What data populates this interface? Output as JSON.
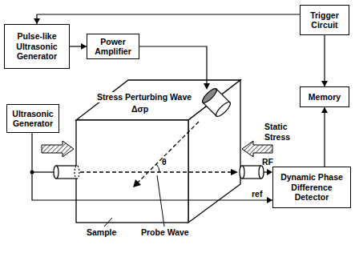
{
  "diagram": {
    "nodes": [
      {
        "text": [
          "Pulse-like Ultrasonic Generator"
        ]
      },
      {
        "text": [
          "Power Amplifier"
        ]
      },
      {
        "text": [
          "Trigger Circuit"
        ]
      },
      {
        "text": [
          "Memory"
        ]
      },
      {
        "text": [
          "Ultrasonic Generator"
        ]
      },
      {
        "text": [
          "Dynamic Phase Difference Detector"
        ]
      }
    ],
    "edges": [
      {
        "from": 0,
        "to": 1,
        "arrow": "to"
      },
      {
        "from": 2,
        "to": 0,
        "arrow": "to"
      },
      {
        "from": 2,
        "to": 3,
        "arrow": "to"
      },
      {
        "from": 5,
        "to": 3,
        "arrow": "to"
      },
      {
        "from": 4,
        "to": 5,
        "label": "ref",
        "arrow": "to"
      }
    ],
    "labels": [
      "Stress Perturbing Wave",
      "Δσp",
      "Static Stress",
      "RF",
      "θ",
      "Sample",
      "Probe Wave"
    ]
  }
}
